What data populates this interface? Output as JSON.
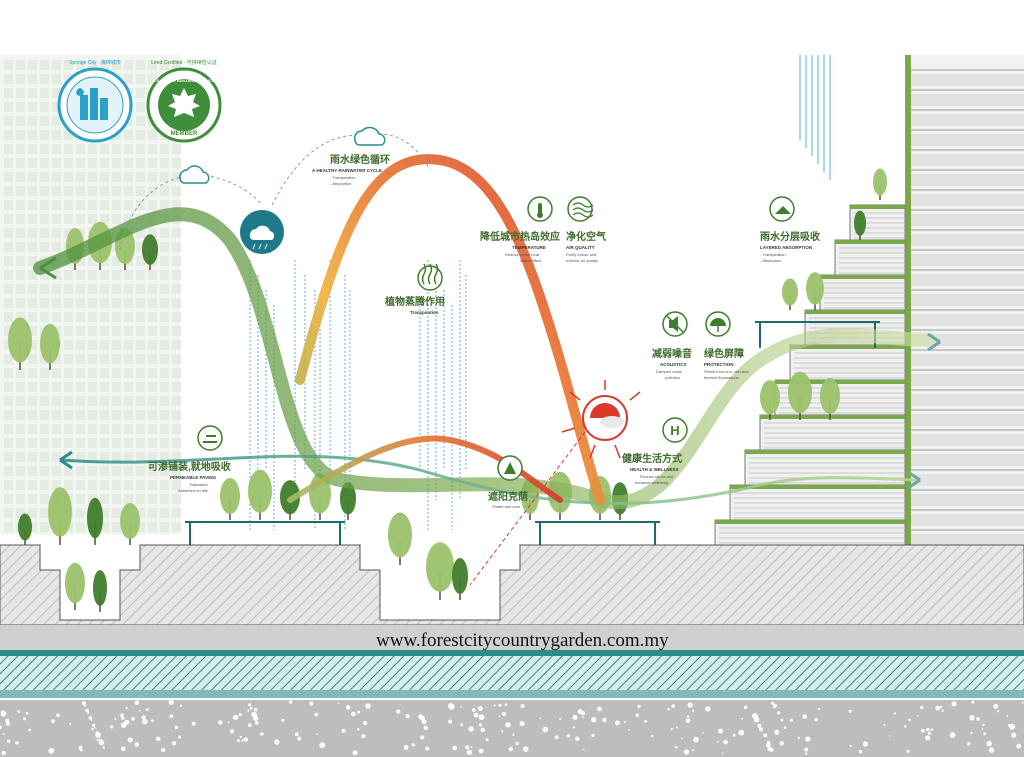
{
  "logos": {
    "sponge_city": {
      "top_text": "Sponge City · 海绵城市",
      "color": "#2aa1c9"
    },
    "green_council": {
      "top_text": "Leed Certified · 可持续性认证",
      "ring_text": "U.S. GREEN BUILDING COUNCIL",
      "bottom_text": "MEMBER",
      "color": "#3f8f3a"
    }
  },
  "labels": {
    "rain_cycle": {
      "cn": "雨水绿色循环",
      "en": "A HEALTHY RAINWATER CYCLE",
      "sub1": "- Transpiration",
      "sub2": "- Absorption"
    },
    "transpiration": {
      "cn": "植物蒸腾作用",
      "en": "Transpiration"
    },
    "temperature": {
      "cn": "降低城市热岛效应",
      "en": "TEMPERATURE",
      "sub1": "Reduce urban heat",
      "sub2": "island effect"
    },
    "air_quality": {
      "cn": "净化空气",
      "en": "AIR QUALITY",
      "sub1": "Purify indoor and",
      "sub2": "outdoor air quality"
    },
    "layered_absorption": {
      "cn": "雨水分层吸收",
      "en": "LAYERED ABSORPTION",
      "sub1": "- Transpiration",
      "sub2": "- Absorption"
    },
    "acoustics": {
      "cn": "减弱噪音",
      "en": "ACOUSTICS",
      "sub1": "Dampen noise",
      "sub2": "pollution"
    },
    "protection": {
      "cn": "绿色屏障",
      "en": "PROTECTION",
      "sub1": "Shield from sun, rain and",
      "sub2": "thermal fluctuations"
    },
    "health": {
      "cn": "健康生活方式",
      "en": "HEALTH & WELLNESS",
      "sub1": "Reduce stress and",
      "sub2": "enhance wellbeing"
    },
    "permeable": {
      "cn": "可渗铺装,就地吸收",
      "en": "PERMEABLE PAVING",
      "sub1": "Rainwater",
      "sub2": "Absorbed on site"
    },
    "shade": {
      "cn": "遮阳克荫",
      "sub1": "Shade and cool"
    }
  },
  "watermark": "www.forestcitycountrygarden.com.my",
  "colors": {
    "green": "#7aa84a",
    "dark_green": "#3f7d2c",
    "teal": "#2b8c8c",
    "orange": "#e8742e",
    "red": "#d93a2b",
    "grey": "#c9c9c9"
  }
}
